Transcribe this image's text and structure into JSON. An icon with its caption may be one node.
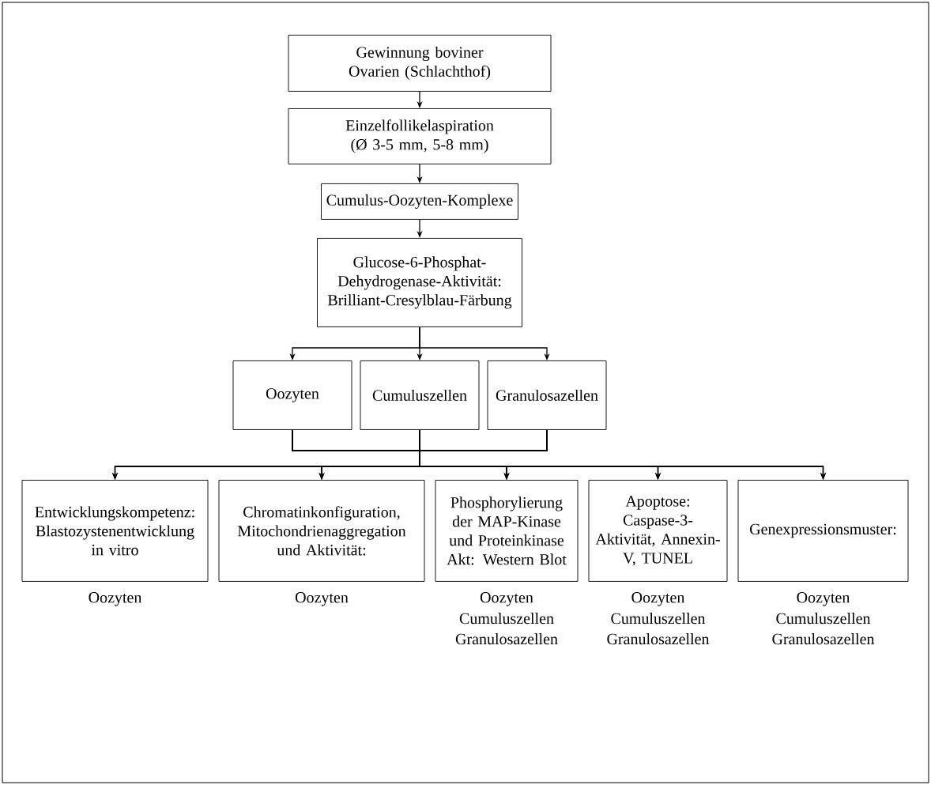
{
  "diagram": {
    "nodes": [
      {
        "text": [
          "Gewinnung boviner Ovarien (Schlachthof)"
        ]
      },
      {
        "text": [
          "Einzelfollikelaspiration (Ø 3-5 mm, 5-8 mm)"
        ]
      },
      {
        "text": [
          "Cumulus-Oozyten-Komplexe"
        ]
      },
      {
        "text": [
          "Glucose-6-Phosphat-Dehydrogenase-Aktivität: Brilliant-Cresylblau-Färbung"
        ]
      },
      {
        "text": [
          "Oozyten"
        ]
      },
      {
        "text": [
          "Cumuluszellen"
        ]
      },
      {
        "text": [
          "Granulosazellen"
        ]
      },
      {
        "text": [
          "Entwicklungskompetenz: Blastozystenentwicklung in vitro"
        ],
        "beside": [
          "Oozyten"
        ]
      },
      {
        "text": [
          "Chromatinkonfiguration, Mitochondrienaggregation und Aktivität:"
        ],
        "beside": [
          "Oozyten"
        ]
      },
      {
        "text": [
          "Phosphorylierung der MAP-Kinase und Proteinkinase Akt: Western Blot"
        ],
        "beside": [
          "Oozyten",
          "Cumuluszellen",
          "Granulosazellen"
        ]
      },
      {
        "text": [
          "Apoptose: Caspase-3-Aktivität, Annexin-V, TUNEL"
        ],
        "beside": [
          "Oozyten",
          "Cumuluszellen",
          "Granulosazellen"
        ]
      },
      {
        "text": [
          "Genexpressionsmuster:"
        ],
        "beside": [
          "Oozyten",
          "Cumuluszellen",
          "Granulosazellen"
        ]
      }
    ],
    "edges": [
      {
        "from": 0,
        "to": 1,
        "arrow": "to"
      },
      {
        "from": 1,
        "to": 2,
        "arrow": "to"
      },
      {
        "from": 2,
        "to": 3,
        "arrow": "to"
      },
      {
        "from": 3,
        "to": 4,
        "arrow": "to"
      },
      {
        "from": 3,
        "to": 5,
        "arrow": "to"
      },
      {
        "from": 3,
        "to": 6,
        "arrow": "to"
      },
      {
        "from": 4,
        "to": 7,
        "arrow": "to"
      },
      {
        "from": 4,
        "to": 8,
        "arrow": "to"
      },
      {
        "from": 4,
        "to": 9,
        "arrow": "to"
      },
      {
        "from": 4,
        "to": 10,
        "arrow": "to"
      },
      {
        "from": 4,
        "to": 11,
        "arrow": "to"
      },
      {
        "from": 5,
        "to": 7,
        "arrow": "to"
      },
      {
        "from": 5,
        "to": 8,
        "arrow": "to"
      },
      {
        "from": 5,
        "to": 9,
        "arrow": "to"
      },
      {
        "from": 5,
        "to": 10,
        "arrow": "to"
      },
      {
        "from": 5,
        "to": 11,
        "arrow": "to"
      },
      {
        "from": 6,
        "to": 7,
        "arrow": "to"
      },
      {
        "from": 6,
        "to": 8,
        "arrow": "to"
      },
      {
        "from": 6,
        "to": 9,
        "arrow": "to"
      },
      {
        "from": 6,
        "to": 10,
        "arrow": "to"
      },
      {
        "from": 6,
        "to": 11,
        "arrow": "to"
      }
    ]
  }
}
